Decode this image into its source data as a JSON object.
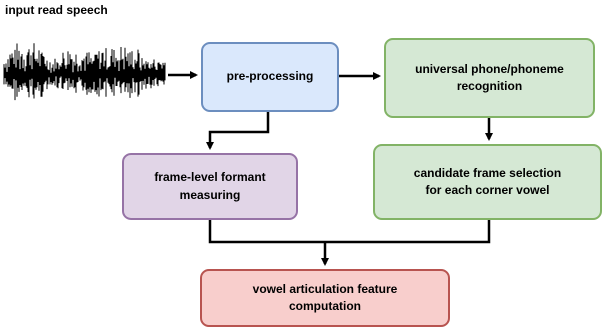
{
  "input_label": "input read speech",
  "nodes": {
    "preprocessing": {
      "label": "pre-processing",
      "fill": "#dae8fc",
      "stroke": "#6c8ebf"
    },
    "phone_recognition": {
      "label": "universal phone/phoneme\nrecognition",
      "fill": "#d5e8d4",
      "stroke": "#82b366"
    },
    "formant_measuring": {
      "label": "frame-level formant\nmeasuring",
      "fill": "#e1d5e7",
      "stroke": "#9673a6"
    },
    "frame_selection": {
      "label": "candidate frame selection\nfor each corner vowel",
      "fill": "#d5e8d4",
      "stroke": "#82b366"
    },
    "feature_computation": {
      "label": "vowel articulation feature\ncomputation",
      "fill": "#f8cecc",
      "stroke": "#b85450"
    }
  },
  "colors": {
    "edge": "#000000",
    "waveform": "#000000"
  }
}
